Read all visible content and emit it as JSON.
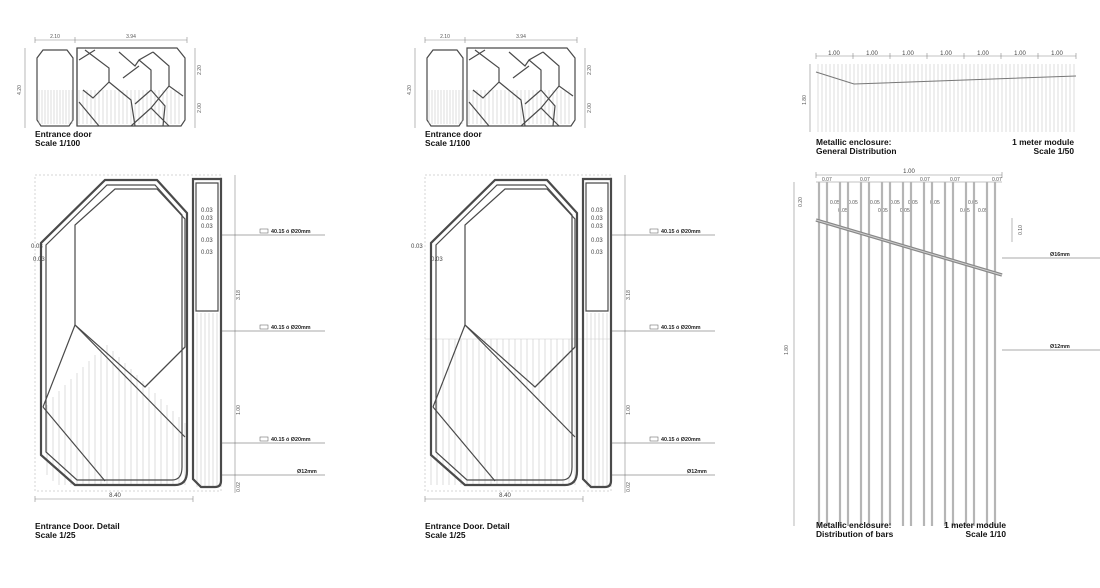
{
  "drawings": {
    "door_small_1": {
      "dims_top": [
        "2.10",
        "3.94"
      ],
      "dims_right": [
        "2.20",
        "2.00"
      ],
      "dim_left": "4.20",
      "caption": [
        "Entrance door",
        "Scale 1/100"
      ]
    },
    "door_small_2": {
      "dims_top": [
        "2.10",
        "3.94"
      ],
      "dims_right": [
        "2.20",
        "2.00"
      ],
      "dim_left": "4.20",
      "caption": [
        "Entrance door",
        "Scale 1/100"
      ]
    },
    "enclosure_general": {
      "top_dims": [
        "1.00",
        "1.00",
        "1.00",
        "1.00",
        "1.00",
        "1.00",
        "1.00"
      ],
      "dim_left": "1.80",
      "caption_left": [
        "Metallic enclosure:",
        "General Distribution"
      ],
      "caption_right": [
        "1 meter module",
        "Scale 1/50"
      ]
    },
    "door_detail_1": {
      "small_dims": [
        "0.03",
        "0.03",
        "0.03",
        "0.03",
        "0.03"
      ],
      "side_dims": [
        "0.03",
        "0.03"
      ],
      "callouts": [
        "40.15  ó  Ø20mm",
        "40.15  ó  Ø20mm",
        "40.15  ó  Ø20mm",
        "Ø12mm"
      ],
      "dims_right": [
        "3.18",
        "1.00",
        "0.02"
      ],
      "dim_bottom": "8.40",
      "caption": [
        "Entrance Door. Detail",
        "Scale 1/25"
      ]
    },
    "door_detail_2": {
      "small_dims": [
        "0.03",
        "0.03",
        "0.03",
        "0.03",
        "0.03"
      ],
      "side_dims": [
        "0.03",
        "0.03"
      ],
      "callouts": [
        "40.15  ó  Ø20mm",
        "40.15  ó  Ø20mm",
        "40.15  ó  Ø20mm",
        "Ø12mm"
      ],
      "dims_right": [
        "3.18",
        "1.00",
        "0.02"
      ],
      "dim_bottom": "8.40",
      "caption": [
        "Entrance Door. Detail",
        "Scale 1/25"
      ]
    },
    "enclosure_bars": {
      "dim_top": "1.00",
      "dims_row1": [
        "0.07",
        "0.07",
        "0.07",
        "0.07",
        "0.07"
      ],
      "dims_row2": [
        "0.05",
        "0.05",
        "0.05",
        "0.05",
        "0.05",
        "0.05",
        "0.05",
        "0.05",
        "0.05",
        "0.05",
        "0.05",
        "0.05"
      ],
      "dim_left_top": "0.20",
      "dim_right_small": "0.10",
      "dim_left": "1.80",
      "callouts": [
        "Ø16mm",
        "Ø12mm"
      ],
      "caption_left": [
        "Metallic enclosure:",
        "Distribution of bars"
      ],
      "caption_right": [
        "1 meter module",
        "Scale 1/10"
      ]
    }
  }
}
